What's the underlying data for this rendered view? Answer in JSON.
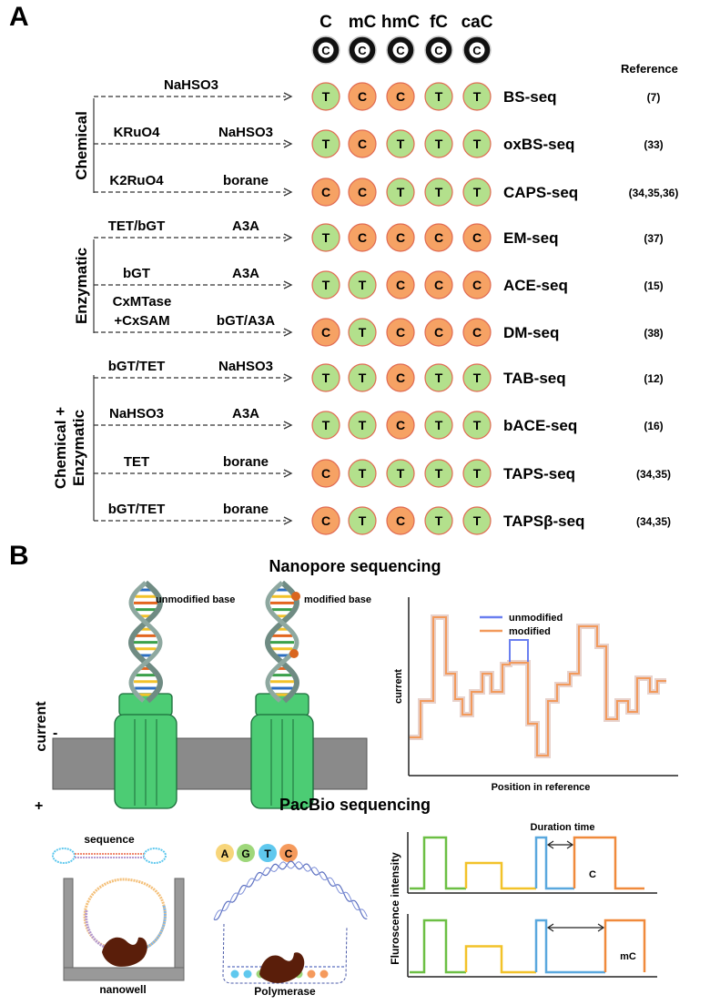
{
  "panelA": {
    "label": "A",
    "bases": [
      "C",
      "mC",
      "hmC",
      "fC",
      "caC"
    ],
    "header_letter": "C",
    "reference_header": "Reference",
    "groups": [
      {
        "name": "Chemical"
      },
      {
        "name": "Enzymatic"
      },
      {
        "name_line1": "Chemical +",
        "name_line2": "Enzymatic"
      }
    ],
    "rows": [
      {
        "reagent1": "NaHSO3",
        "reagent2": "",
        "results": [
          "T",
          "C",
          "C",
          "T",
          "T"
        ],
        "method": "BS-seq",
        "ref": "(7)"
      },
      {
        "reagent1": "KRuO4",
        "reagent2": "NaHSO3",
        "results": [
          "T",
          "C",
          "T",
          "T",
          "T"
        ],
        "method": "oxBS-seq",
        "ref": "(33)"
      },
      {
        "reagent1": "K2RuO4",
        "reagent2": "borane",
        "results": [
          "C",
          "C",
          "T",
          "T",
          "T"
        ],
        "method": "CAPS-seq",
        "ref": "(34,35,36)"
      },
      {
        "reagent1": "TET/bGT",
        "reagent2": "A3A",
        "results": [
          "T",
          "C",
          "C",
          "C",
          "C"
        ],
        "method": "EM-seq",
        "ref": "(37)"
      },
      {
        "reagent1": "bGT",
        "reagent2": "A3A",
        "results": [
          "T",
          "T",
          "C",
          "C",
          "C"
        ],
        "method": "ACE-seq",
        "ref": "(15)"
      },
      {
        "reagent1_line1": "CxMTase",
        "reagent1_line2": "+CxSAM",
        "reagent2": "bGT/A3A",
        "results": [
          "C",
          "T",
          "C",
          "C",
          "C"
        ],
        "method": "DM-seq",
        "ref": "(38)"
      },
      {
        "reagent1": "bGT/TET",
        "reagent2": "NaHSO3",
        "results": [
          "T",
          "T",
          "C",
          "T",
          "T"
        ],
        "method": "TAB-seq",
        "ref": "(12)"
      },
      {
        "reagent1": "NaHSO3",
        "reagent2": "A3A",
        "results": [
          "T",
          "T",
          "C",
          "T",
          "T"
        ],
        "method": "bACE-seq",
        "ref": "(16)"
      },
      {
        "reagent1": "TET",
        "reagent2": "borane",
        "results": [
          "C",
          "T",
          "T",
          "T",
          "T"
        ],
        "method": "TAPS-seq",
        "ref": "(34,35)"
      },
      {
        "reagent1": "bGT/TET",
        "reagent2": "borane",
        "results": [
          "C",
          "T",
          "C",
          "T",
          "T"
        ],
        "method": "TAPSβ-seq",
        "ref": "(34,35)"
      }
    ],
    "colors": {
      "T": "#b3e08c",
      "C": "#f6a264",
      "ring": "#e06a52",
      "header_circle": "#111111"
    }
  },
  "panelB": {
    "label": "B",
    "nanopore": {
      "title": "Nanopore sequencing",
      "unmodified_label": "unmodified base",
      "modified_label": "modified base",
      "current_label": "current",
      "minus": "-",
      "plus": "+",
      "pore_color": "#4ccc74",
      "membrane_color": "#8a8a8a"
    },
    "signal_chart": {
      "legend_unmodified": "unmodified",
      "legend_modified": "modified",
      "ylabel": "current",
      "xlabel": "Position in reference",
      "color_unmodified": "#6a7ff0",
      "color_modified": "#f29a5c"
    },
    "pacbio": {
      "title": "PacBio sequencing",
      "sequence_label": "sequence",
      "nucleotides": [
        "A",
        "G",
        "T",
        "C"
      ],
      "nucleotide_colors": [
        "#f7d57a",
        "#9ed77a",
        "#5fc8ee",
        "#f59a5c"
      ],
      "nanowell_label": "nanowell",
      "polymerase_label": "Polymerase",
      "polymerase_color": "#5a1e0a"
    },
    "fluorescence_chart": {
      "ylabel": "Fluroscence intensity",
      "duration_label": "Duration time",
      "top_label": "C",
      "bottom_label": "mC",
      "colors": [
        "#6cbf44",
        "#f2c229",
        "#5aa8de",
        "#f08a3c"
      ]
    }
  }
}
